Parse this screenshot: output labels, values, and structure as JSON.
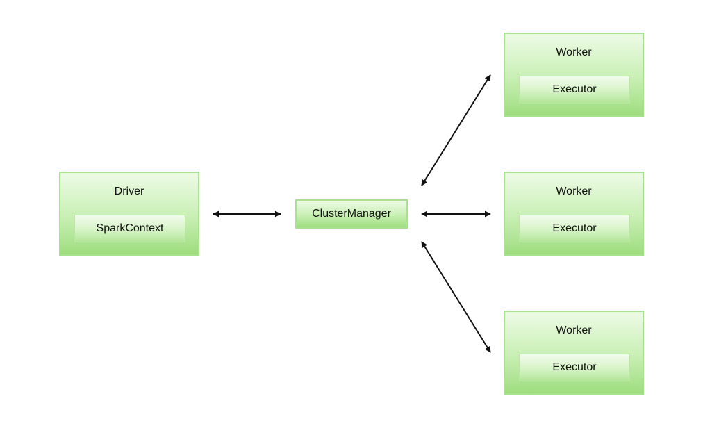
{
  "diagram": {
    "driver": {
      "title": "Driver",
      "component": "SparkContext"
    },
    "cluster_manager": {
      "label": "ClusterManager"
    },
    "workers": [
      {
        "title": "Worker",
        "component": "Executor"
      },
      {
        "title": "Worker",
        "component": "Executor"
      },
      {
        "title": "Worker",
        "component": "Executor"
      }
    ],
    "colors": {
      "box_border": "#a9e28f",
      "box_fill_top": "#edfbe6",
      "box_fill_bottom": "#9edd7e",
      "arrow": "#111111"
    }
  }
}
